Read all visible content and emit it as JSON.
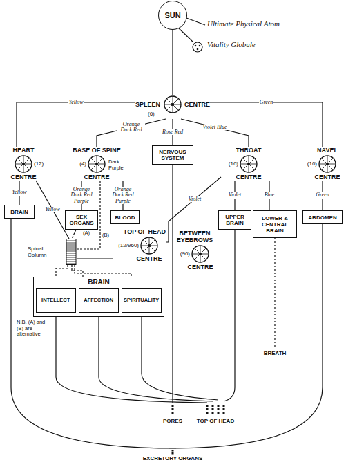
{
  "diagram": {
    "nodes": [
      {
        "text": [
          "SUN"
        ]
      },
      {
        "text": [
          "SPLEEN",
          "(6)",
          "CENTRE"
        ]
      },
      {
        "text": [
          "HEART",
          "(12)",
          "CENTRE"
        ]
      },
      {
        "text": [
          "BASE OF SPINE",
          "(4)",
          "CENTRE"
        ]
      },
      {
        "text": [
          "NERVOUS SYSTEM"
        ]
      },
      {
        "text": [
          "THROAT",
          "(16)",
          "CENTRE"
        ]
      },
      {
        "text": [
          "NAVEL",
          "(10)",
          "CENTRE"
        ]
      },
      {
        "text": [
          "BRAIN"
        ]
      },
      {
        "text": [
          "SEX ORGANS"
        ]
      },
      {
        "text": [
          "BLOOD"
        ]
      },
      {
        "text": [
          "UPPER BRAIN"
        ]
      },
      {
        "text": [
          "LOWER & CENTRAL BRAIN"
        ]
      },
      {
        "text": [
          "ABDOMEN"
        ]
      },
      {
        "text": [
          "Spinal Column"
        ]
      },
      {
        "text": [
          "TOP OF HEAD",
          "(12/960)",
          "CENTRE"
        ]
      },
      {
        "text": [
          "BETWEEN EYEBROWS",
          "(96)",
          "CENTRE"
        ]
      },
      {
        "text": [
          "BRAIN"
        ]
      },
      {
        "text": [
          "INTELLECT"
        ],
        "in": 16
      },
      {
        "text": [
          "AFFECTION"
        ],
        "in": 16
      },
      {
        "text": [
          "SPIRITUALITY"
        ],
        "in": 16
      }
    ],
    "edges": [
      {
        "from": 0,
        "to": 1,
        "arrow": "none"
      },
      {
        "from": 1,
        "to": 2,
        "label": "Yellow",
        "arrow": "none"
      },
      {
        "from": 1,
        "to": 3,
        "label": "Orange Dark Red",
        "arrow": "none"
      },
      {
        "from": 1,
        "to": 4,
        "label": "Rose Red",
        "arrow": "none"
      },
      {
        "from": 1,
        "to": 5,
        "label": "Violet Blue",
        "arrow": "none"
      },
      {
        "from": 1,
        "to": 6,
        "label": "Green",
        "arrow": "none"
      },
      {
        "from": 2,
        "to": 7,
        "label": "Yellow",
        "arrow": "none"
      },
      {
        "from": 3,
        "to": 8,
        "label": "Orange Dark Red Purple",
        "arrow": "none"
      },
      {
        "from": 3,
        "to": 9,
        "label": "Orange Dark Red Purple",
        "arrow": "none"
      },
      {
        "from": 5,
        "to": 10,
        "label": "Violet",
        "arrow": "none"
      },
      {
        "from": 5,
        "to": 11,
        "label": "Blue",
        "arrow": "none"
      },
      {
        "from": 5,
        "to": 14,
        "label": "Violet",
        "arrow": "none"
      },
      {
        "from": 6,
        "to": 12,
        "label": "Green",
        "arrow": "none"
      },
      {
        "from": 2,
        "to": 13,
        "label": "Yellow",
        "arrow": "none"
      },
      {
        "from": 13,
        "to": 14,
        "arrow": "none"
      },
      {
        "from": 8,
        "to": 13,
        "arrow": "none"
      },
      {
        "from": 3,
        "to": 13,
        "arrow": "none"
      },
      {
        "from": 13,
        "to": 17,
        "arrow": "none"
      },
      {
        "from": 13,
        "to": 18,
        "arrow": "none"
      },
      {
        "from": 13,
        "to": 19,
        "arrow": "none"
      }
    ],
    "labels": [
      "Ultimate Physical Atom",
      "Vitality Globule",
      "Dark Purple",
      "(A)",
      "(B)",
      "N.B. (A) and (B) are alternative",
      "PORES",
      "TOP OF HEAD",
      "BREATH",
      "EXCRETORY ORGANS"
    ]
  }
}
